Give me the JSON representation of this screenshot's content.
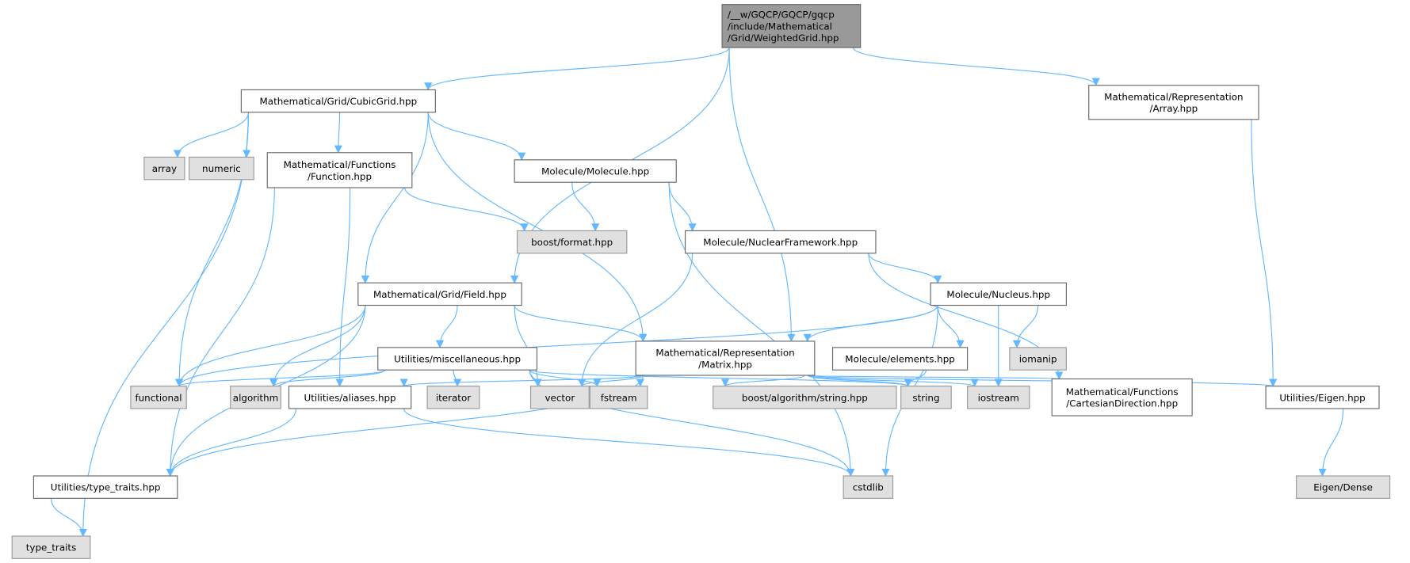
{
  "title": "Include dependency graph for WeightedGrid.hpp",
  "colors": {
    "edge": "#63b8ff",
    "root_fill": "#999999",
    "external_fill": "#e0e0e0",
    "internal_fill": "#ffffff",
    "border": "#666666",
    "external_border": "#999999"
  },
  "nodes": [
    {
      "id": "wg",
      "lines": [
        "/__w/GQCP/GQCP/gqcp",
        "/include/Mathematical",
        "/Grid/WeightedGrid.hpp"
      ],
      "kind": "root"
    },
    {
      "id": "cubic",
      "lines": [
        "Mathematical/Grid/CubicGrid.hpp"
      ],
      "kind": "internal"
    },
    {
      "id": "array_hpp",
      "lines": [
        "Mathematical/Representation",
        "/Array.hpp"
      ],
      "kind": "internal"
    },
    {
      "id": "array",
      "lines": [
        "array"
      ],
      "kind": "external"
    },
    {
      "id": "numeric",
      "lines": [
        "numeric"
      ],
      "kind": "external"
    },
    {
      "id": "function",
      "lines": [
        "Mathematical/Functions",
        "/Function.hpp"
      ],
      "kind": "internal"
    },
    {
      "id": "molecule",
      "lines": [
        "Molecule/Molecule.hpp"
      ],
      "kind": "internal"
    },
    {
      "id": "bformat",
      "lines": [
        "boost/format.hpp"
      ],
      "kind": "external"
    },
    {
      "id": "nf",
      "lines": [
        "Molecule/NuclearFramework.hpp"
      ],
      "kind": "internal"
    },
    {
      "id": "field",
      "lines": [
        "Mathematical/Grid/Field.hpp"
      ],
      "kind": "internal"
    },
    {
      "id": "nucleus",
      "lines": [
        "Molecule/Nucleus.hpp"
      ],
      "kind": "internal"
    },
    {
      "id": "misc",
      "lines": [
        "Utilities/miscellaneous.hpp"
      ],
      "kind": "internal"
    },
    {
      "id": "matrix",
      "lines": [
        "Mathematical/Representation",
        "/Matrix.hpp"
      ],
      "kind": "internal"
    },
    {
      "id": "elements",
      "lines": [
        "Molecule/elements.hpp"
      ],
      "kind": "internal"
    },
    {
      "id": "iomanip",
      "lines": [
        "iomanip"
      ],
      "kind": "external"
    },
    {
      "id": "functional",
      "lines": [
        "functional"
      ],
      "kind": "external"
    },
    {
      "id": "algorithm",
      "lines": [
        "algorithm"
      ],
      "kind": "external"
    },
    {
      "id": "aliases",
      "lines": [
        "Utilities/aliases.hpp"
      ],
      "kind": "internal"
    },
    {
      "id": "iterator",
      "lines": [
        "iterator"
      ],
      "kind": "external"
    },
    {
      "id": "vector",
      "lines": [
        "vector"
      ],
      "kind": "external"
    },
    {
      "id": "fstream",
      "lines": [
        "fstream"
      ],
      "kind": "external"
    },
    {
      "id": "bstring",
      "lines": [
        "boost/algorithm/string.hpp"
      ],
      "kind": "external"
    },
    {
      "id": "string",
      "lines": [
        "string"
      ],
      "kind": "external"
    },
    {
      "id": "iostream",
      "lines": [
        "iostream"
      ],
      "kind": "external"
    },
    {
      "id": "cartesian",
      "lines": [
        "Mathematical/Functions",
        "/CartesianDirection.hpp"
      ],
      "kind": "internal"
    },
    {
      "id": "eigen",
      "lines": [
        "Utilities/Eigen.hpp"
      ],
      "kind": "internal"
    },
    {
      "id": "ttraits_hpp",
      "lines": [
        "Utilities/type_traits.hpp"
      ],
      "kind": "internal"
    },
    {
      "id": "cstdlib",
      "lines": [
        "cstdlib"
      ],
      "kind": "external"
    },
    {
      "id": "dense",
      "lines": [
        "Eigen/Dense"
      ],
      "kind": "external"
    },
    {
      "id": "ttraits",
      "lines": [
        "type_traits"
      ],
      "kind": "external"
    }
  ],
  "edges": [
    [
      "wg",
      "cubic"
    ],
    [
      "wg",
      "field"
    ],
    [
      "wg",
      "matrix"
    ],
    [
      "wg",
      "array_hpp"
    ],
    [
      "cubic",
      "array"
    ],
    [
      "cubic",
      "numeric"
    ],
    [
      "cubic",
      "function"
    ],
    [
      "cubic",
      "molecule"
    ],
    [
      "cubic",
      "field"
    ],
    [
      "cubic",
      "matrix"
    ],
    [
      "cubic",
      "functional"
    ],
    [
      "cubic",
      "ttraits"
    ],
    [
      "function",
      "bformat"
    ],
    [
      "function",
      "aliases"
    ],
    [
      "function",
      "ttraits_hpp"
    ],
    [
      "molecule",
      "bformat"
    ],
    [
      "molecule",
      "nf"
    ],
    [
      "molecule",
      "cstdlib"
    ],
    [
      "nf",
      "vector"
    ],
    [
      "nf",
      "nucleus"
    ],
    [
      "nf",
      "cartesian"
    ],
    [
      "field",
      "functional"
    ],
    [
      "field",
      "algorithm"
    ],
    [
      "field",
      "misc"
    ],
    [
      "field",
      "vector"
    ],
    [
      "field",
      "matrix"
    ],
    [
      "field",
      "ttraits_hpp"
    ],
    [
      "nucleus",
      "matrix"
    ],
    [
      "nucleus",
      "functional"
    ],
    [
      "nucleus",
      "elements"
    ],
    [
      "nucleus",
      "iomanip"
    ],
    [
      "nucleus",
      "iostream"
    ],
    [
      "nucleus",
      "cstdlib"
    ],
    [
      "misc",
      "functional"
    ],
    [
      "misc",
      "algorithm"
    ],
    [
      "misc",
      "iterator"
    ],
    [
      "misc",
      "vector"
    ],
    [
      "misc",
      "fstream"
    ],
    [
      "misc",
      "string"
    ],
    [
      "misc",
      "cstdlib"
    ],
    [
      "matrix",
      "aliases"
    ],
    [
      "matrix",
      "vector"
    ],
    [
      "matrix",
      "fstream"
    ],
    [
      "matrix",
      "bstring"
    ],
    [
      "matrix",
      "iostream"
    ],
    [
      "matrix",
      "cartesian"
    ],
    [
      "matrix",
      "eigen"
    ],
    [
      "matrix",
      "ttraits_hpp"
    ],
    [
      "matrix",
      "string"
    ],
    [
      "array_hpp",
      "eigen"
    ],
    [
      "eigen",
      "dense"
    ],
    [
      "elements",
      "string"
    ],
    [
      "aliases",
      "ttraits_hpp"
    ],
    [
      "aliases",
      "cstdlib"
    ],
    [
      "ttraits_hpp",
      "ttraits"
    ]
  ]
}
